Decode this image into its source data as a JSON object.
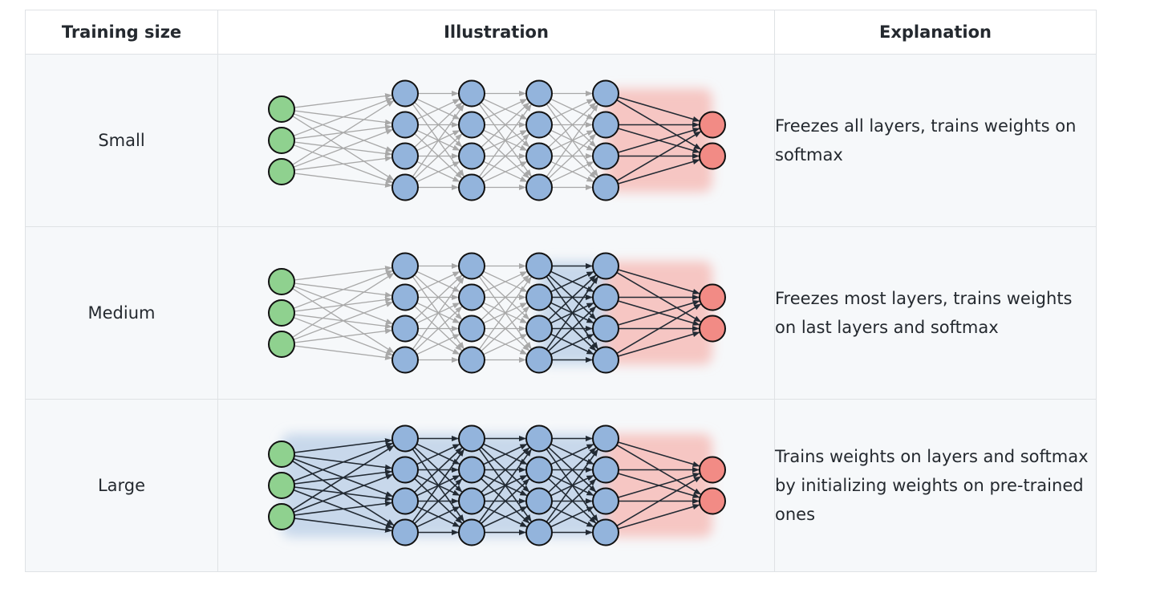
{
  "headers": {
    "training_size": "Training size",
    "illustration": "Illustration",
    "explanation": "Explanation"
  },
  "rows": [
    {
      "size": "Small",
      "explanation": "Freezes all layers, trains weights on softmax",
      "trained_connections": [
        "hidden4-output"
      ]
    },
    {
      "size": "Medium",
      "explanation": "Freezes most layers, trains weights on last layers and softmax",
      "trained_connections": [
        "hidden3-hidden4",
        "hidden4-output"
      ]
    },
    {
      "size": "Large",
      "explanation": "Trains weights on layers and softmax by initializing weights on pre-trained ones",
      "trained_connections": [
        "input-hidden1",
        "hidden1-hidden2",
        "hidden2-hidden3",
        "hidden3-hidden4",
        "hidden4-output"
      ]
    }
  ],
  "network": {
    "layers": [
      3,
      4,
      4,
      4,
      4,
      2
    ],
    "colors": {
      "input_node": "#8fd18f",
      "hidden_node": "#93b4dc",
      "output_node": "#f28b85",
      "frozen_edge": "#a8a8a8",
      "trained_edge": "#222a33",
      "trained_glow_hidden": "#b8cde6",
      "trained_glow_output": "#f5b6b0"
    }
  }
}
